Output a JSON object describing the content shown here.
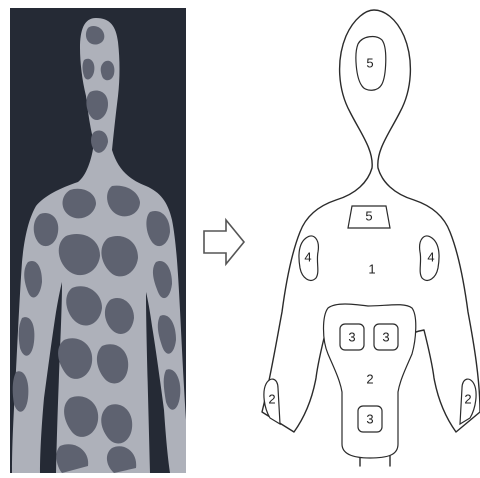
{
  "colors": {
    "photo_background": "#252a35",
    "body_dark": "#5e6270",
    "body_light": "#aeb1ba",
    "diagram_stroke": "#2b2b2b",
    "arrow_stroke": "#555555"
  },
  "icons": {
    "arrow": "right-arrow-icon"
  },
  "zones": {
    "torso": "1",
    "abdomen": "2",
    "chest_left": "3",
    "chest_right": "3",
    "lower_center": "3",
    "arm_left": "2",
    "arm_right": "2",
    "shoulder_left": "4",
    "shoulder_right": "4",
    "neck": "5",
    "head": "5"
  }
}
